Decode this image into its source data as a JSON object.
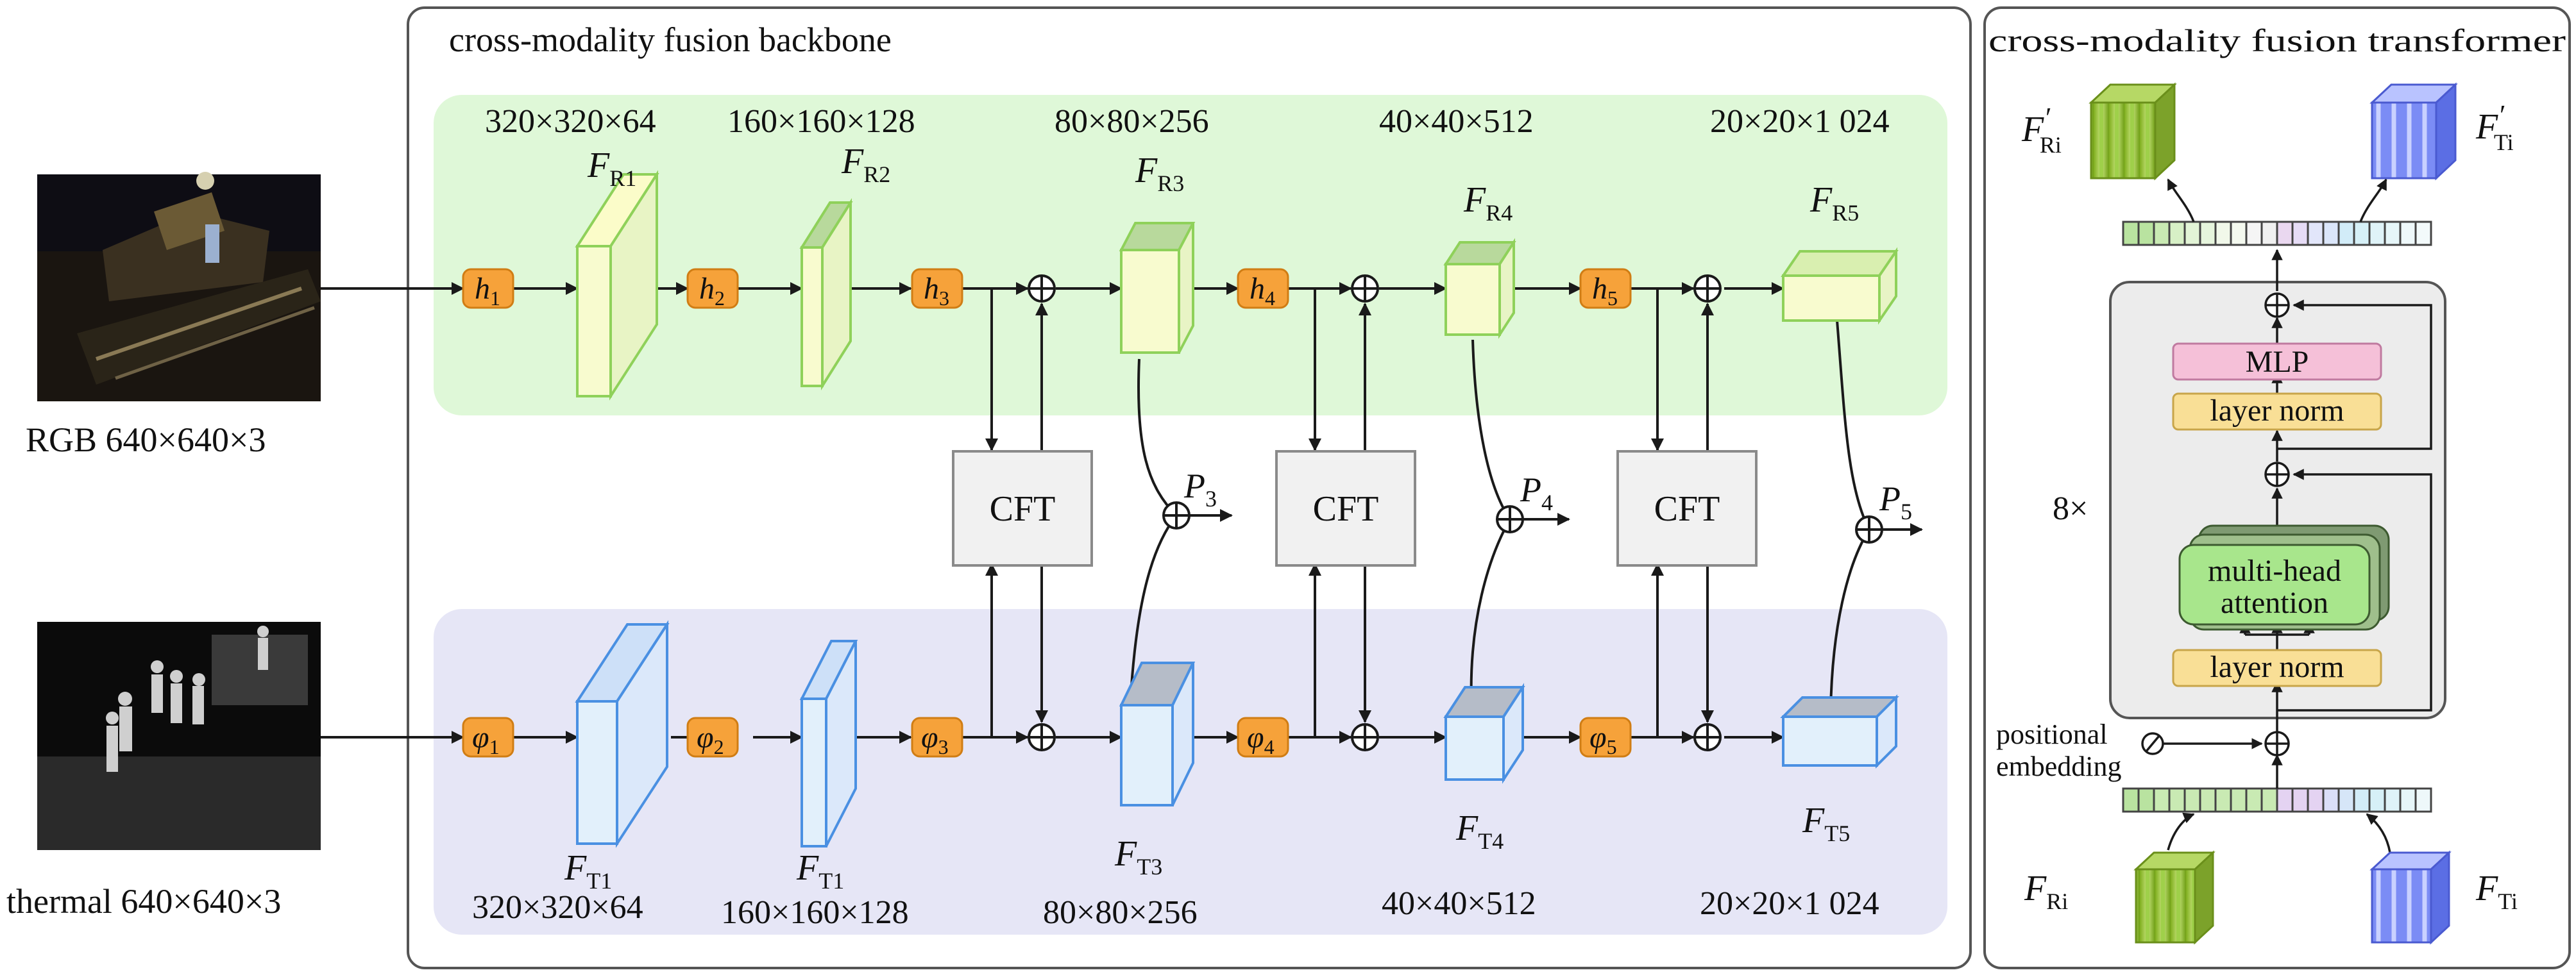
{
  "backbone": {
    "title": "cross-modality fusion backbone",
    "rgb_dims": [
      "320×320×64",
      "160×160×128",
      "80×80×256",
      "40×40×512",
      "20×20×1 024"
    ],
    "thermal_dims": [
      "320×320×64",
      "160×160×128",
      "80×80×256",
      "40×40×512",
      "20×20×1 024"
    ],
    "rgb_features": [
      {
        "base": "F",
        "sub": "R1"
      },
      {
        "base": "F",
        "sub": "R2"
      },
      {
        "base": "F",
        "sub": "R3"
      },
      {
        "base": "F",
        "sub": "R4"
      },
      {
        "base": "F",
        "sub": "R5"
      }
    ],
    "thermal_features": [
      {
        "base": "F",
        "sub": "T1"
      },
      {
        "base": "F",
        "sub": "T1"
      },
      {
        "base": "F",
        "sub": "T3"
      },
      {
        "base": "F",
        "sub": "T4"
      },
      {
        "base": "F",
        "sub": "T5"
      }
    ],
    "rgb_ops": [
      {
        "base": "h",
        "sub": "1"
      },
      {
        "base": "h",
        "sub": "2"
      },
      {
        "base": "h",
        "sub": "3"
      },
      {
        "base": "h",
        "sub": "4"
      },
      {
        "base": "h",
        "sub": "5"
      }
    ],
    "thermal_ops": [
      {
        "base": "φ",
        "sub": "1"
      },
      {
        "base": "φ",
        "sub": "2"
      },
      {
        "base": "φ",
        "sub": "3"
      },
      {
        "base": "φ",
        "sub": "4"
      },
      {
        "base": "φ",
        "sub": "5"
      }
    ],
    "cft_label": "CFT",
    "outputs": [
      {
        "base": "P",
        "sub": "3"
      },
      {
        "base": "P",
        "sub": "4"
      },
      {
        "base": "P",
        "sub": "5"
      }
    ]
  },
  "inputs": {
    "rgb_label": "RGB 640×640×3",
    "thermal_label": "thermal 640×640×3"
  },
  "transformer": {
    "title": "cross-modality fusion transformer",
    "mlp": "MLP",
    "layer_norm": "layer norm",
    "attention": [
      "multi-head",
      "attention"
    ],
    "repeat": "8×",
    "positional": [
      "positional",
      "embedding"
    ],
    "out_rgb": {
      "base": "F",
      "prime": "′",
      "sub": "Ri"
    },
    "out_thermal": {
      "base": "F",
      "prime": "′",
      "sub": "Ti"
    },
    "in_rgb": {
      "base": "F",
      "sub": "Ri"
    },
    "in_thermal": {
      "base": "F",
      "sub": "Ti"
    }
  },
  "colors": {
    "rgb_band": "#dff8d8",
    "thermal_band": "#e6e6f6",
    "rgb_stroke": "#8fd15a",
    "thermal_stroke": "#4a90e2",
    "op_fill": "#f6a23a",
    "mlp": "#f5c0d8",
    "layer_norm": "#f9df96",
    "attention": "#a8e68c"
  }
}
